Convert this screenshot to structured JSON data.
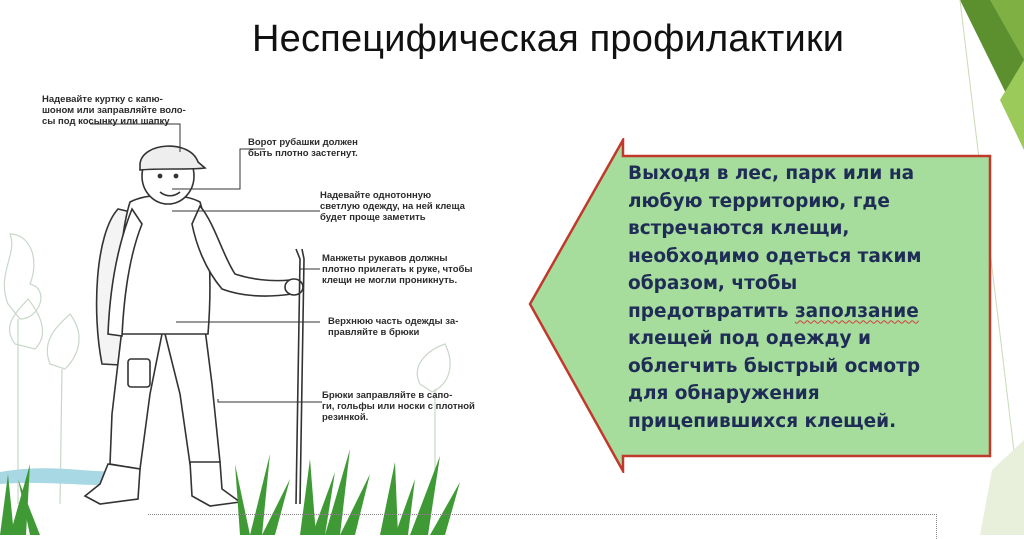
{
  "slide": {
    "title": "Неспецифическая профилактики"
  },
  "illustration": {
    "annotations": [
      {
        "id": "jacket",
        "lines": [
          "Надевайте куртку с капю-",
          "шоном или заправляйте воло-",
          "сы под косынку или шапку"
        ]
      },
      {
        "id": "collar",
        "lines": [
          "Ворот рубашки должен",
          "быть плотно застегнут."
        ]
      },
      {
        "id": "clothes",
        "lines": [
          "Надевайте однотонную",
          "светлую одежду, на ней клеща",
          "будет проще заметить"
        ]
      },
      {
        "id": "cuffs",
        "lines": [
          "Манжеты рукавов должны",
          "плотно прилегать к руке, чтобы",
          "клещи не могли проникнуть."
        ]
      },
      {
        "id": "tuck",
        "lines": [
          "Верхнюю часть одежды за-",
          "правляйте в брюки"
        ]
      },
      {
        "id": "trousers",
        "lines": [
          "Брюки заправляйте в сапо-",
          "ги, гольфы или носки с плотной",
          "резинкой."
        ]
      }
    ]
  },
  "callout": {
    "lines": [
      "Выходя в лес, парк или на",
      "любую территорию, где",
      "встречаются клещи,",
      "необходимо одеться таким",
      "образом, чтобы",
      "предотвратить ",
      "клещей под одежду и",
      "облегчить быстрый осмотр",
      "для обнаружения",
      "прицепившихся клещей."
    ],
    "flagged_word": "заползание",
    "fill_color": "#a6dc9c",
    "border_color": "#c0392b"
  },
  "colors": {
    "deco_dark": "#5c8f2e",
    "deco_light": "#9bc95a"
  }
}
